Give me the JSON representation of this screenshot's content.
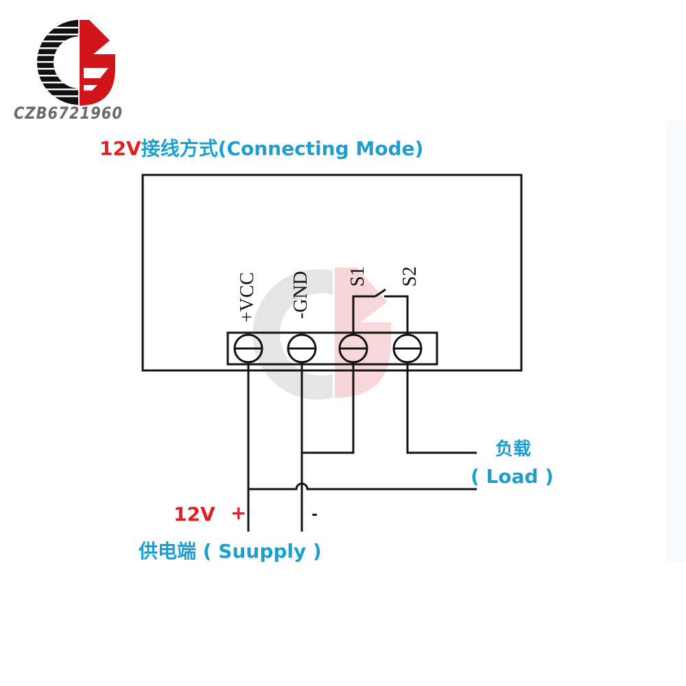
{
  "brand": {
    "logo_icon": "czb-logo-icon",
    "name": "CZB6721960"
  },
  "title": {
    "voltage": "12V",
    "rest": "接线方式(Connecting  Mode)"
  },
  "terminals": [
    {
      "id": "vcc",
      "label": "+VCC"
    },
    {
      "id": "gnd",
      "label": "-GND"
    },
    {
      "id": "s1",
      "label": "S1"
    },
    {
      "id": "s2",
      "label": "S2"
    }
  ],
  "load": {
    "cn": "负载",
    "en": "( Load )"
  },
  "supply": {
    "voltage": "12V",
    "plus": "+",
    "minus": "-",
    "label": "供电端 ( Suupply )"
  },
  "colors": {
    "accent_red": "#e01e24",
    "accent_blue": "#1a9fd0",
    "line": "#111111",
    "logo_gray": "#6a6a6a"
  },
  "switch_icon": "switch-open-icon",
  "terminal_icon": "screw-terminal-icon"
}
